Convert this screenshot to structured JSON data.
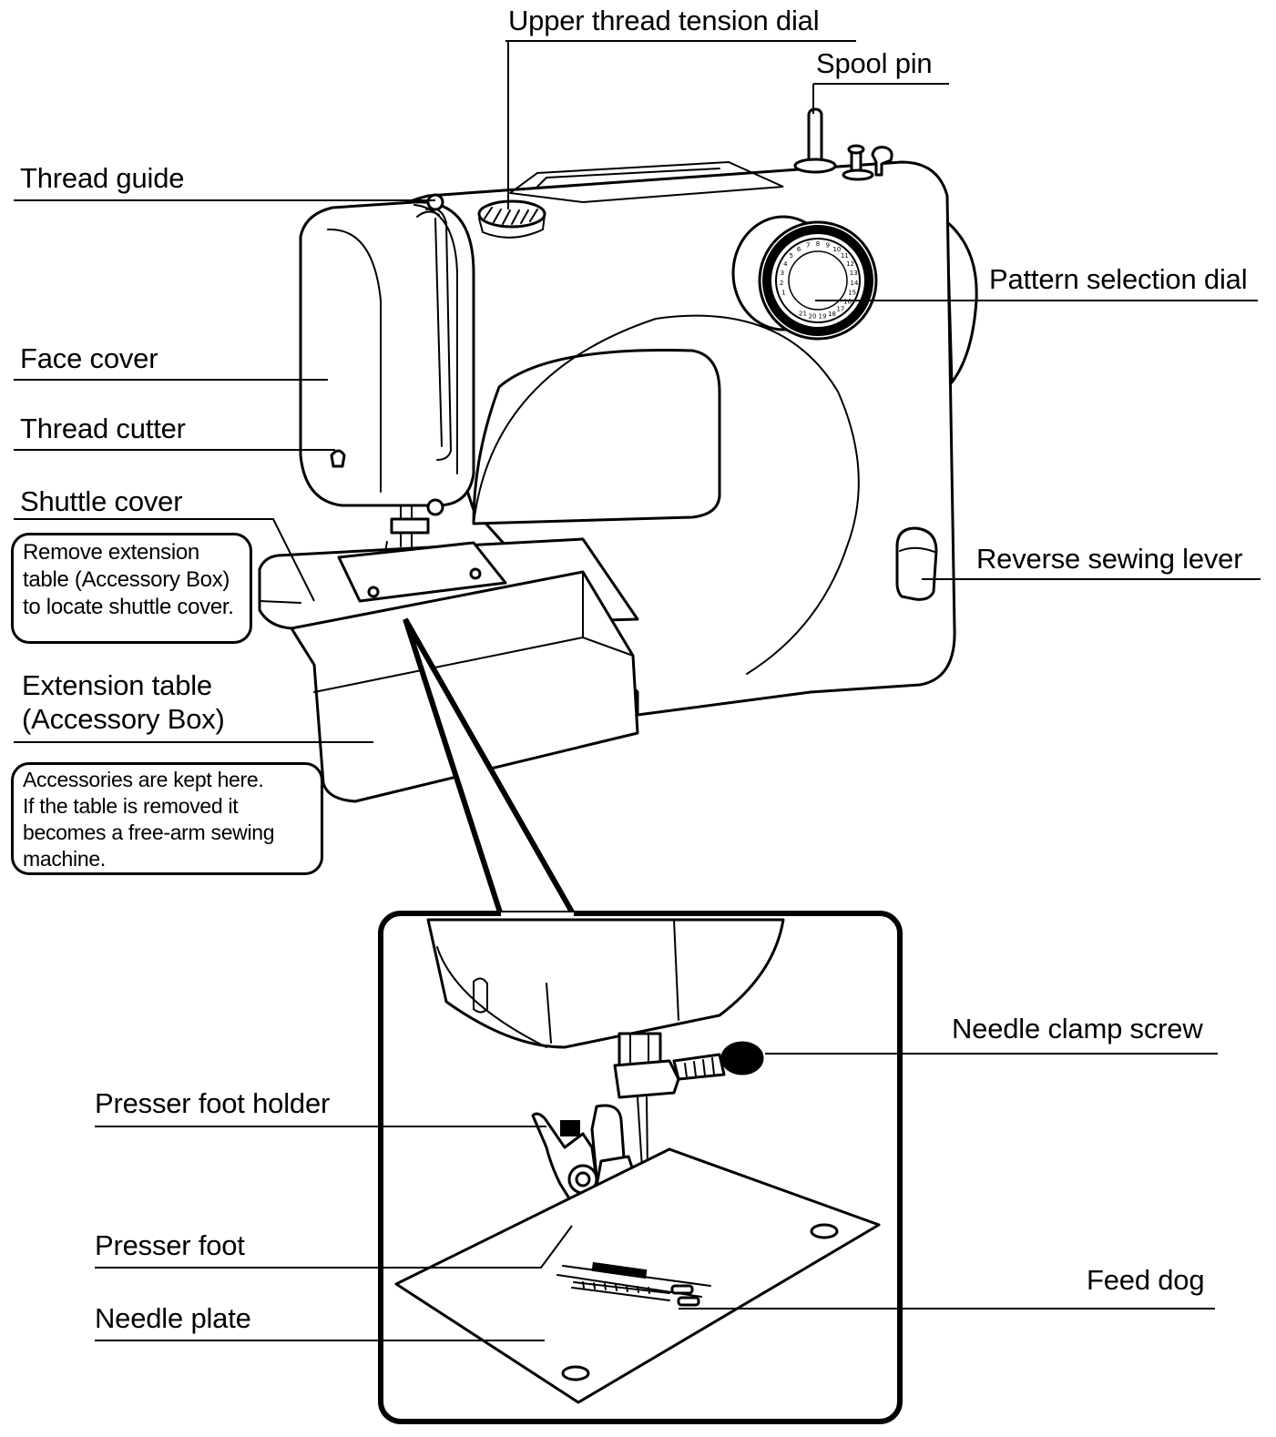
{
  "labels": {
    "upper_thread_tension_dial": "Upper thread tension dial",
    "spool_pin": "Spool pin",
    "thread_guide": "Thread guide",
    "pattern_selection_dial": "Pattern selection dial",
    "face_cover": "Face cover",
    "thread_cutter": "Thread cutter",
    "shuttle_cover": "Shuttle cover",
    "reverse_sewing_lever": "Reverse sewing lever",
    "extension_table_line1": "Extension table",
    "extension_table_line2": "(Accessory Box)",
    "needle_clamp_screw": "Needle clamp screw",
    "presser_foot_holder": "Presser foot holder",
    "presser_foot": "Presser foot",
    "feed_dog": "Feed dog",
    "needle_plate": "Needle plate"
  },
  "notes": {
    "shuttle_note": [
      "Remove extension",
      "table (Accessory Box)",
      "to locate shuttle cover."
    ],
    "accessory_note": [
      "Accessories are kept here.",
      "If the table is removed it",
      "becomes a free-arm sewing",
      "machine."
    ]
  },
  "dial_numbers": [
    "1",
    "2",
    "3",
    "4",
    "5",
    "6",
    "7",
    "8",
    "9",
    "10",
    "11",
    "12",
    "13",
    "14",
    "15",
    "16",
    "17",
    "18",
    "19",
    "20",
    "21"
  ]
}
